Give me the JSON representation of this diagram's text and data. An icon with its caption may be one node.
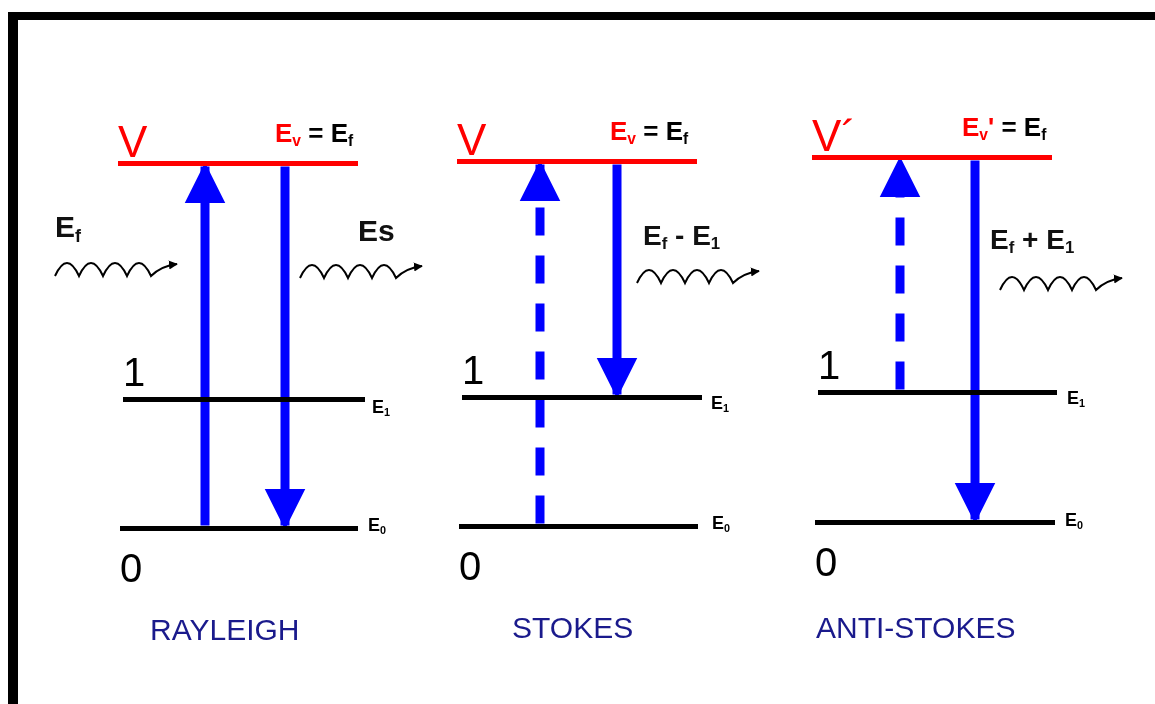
{
  "diagram": {
    "nodes": [
      {
        "text": [
          "V"
        ],
        "beside": [
          "E$_{v}$ = E$_{f}$"
        ]
      },
      {
        "text": [
          "1"
        ],
        "beside": [
          "E$_{1}$"
        ]
      },
      {
        "text": [
          "0"
        ],
        "beside": [
          "E$_{0}$"
        ]
      },
      {
        "text": [
          "V"
        ],
        "beside": [
          "E$_{v}$ = E$_{f}$"
        ]
      },
      {
        "text": [
          "1"
        ],
        "beside": [
          "E$_{1}$"
        ]
      },
      {
        "text": [
          "0"
        ],
        "beside": [
          "E$_{0}$"
        ]
      },
      {
        "text": [
          "V´"
        ],
        "beside": [
          "E$_{v}$' = E$_{f}$"
        ]
      },
      {
        "text": [
          "1"
        ],
        "beside": [
          "E$_{1}$"
        ]
      },
      {
        "text": [
          "0"
        ],
        "beside": [
          "E$_{0}$"
        ]
      }
    ],
    "edges": [
      {
        "from": 2,
        "to": 0,
        "arrow": "to"
      },
      {
        "from": 0,
        "to": 2,
        "arrow": "to"
      },
      {
        "from": 5,
        "to": 3,
        "arrow": "to",
        "style": "dashed"
      },
      {
        "from": 3,
        "to": 4,
        "arrow": "to"
      },
      {
        "from": 7,
        "to": 6,
        "arrow": "to",
        "style": "dashed"
      },
      {
        "from": 6,
        "to": 8,
        "arrow": "to"
      }
    ],
    "labels": [
      "E$_{f}$",
      "Es",
      "E$_{f}$ - E$_{1}$",
      "E$_{f}$ + E$_{1}$",
      "RAYLEIGH",
      "STOKES",
      "ANTI-STOKES"
    ]
  }
}
